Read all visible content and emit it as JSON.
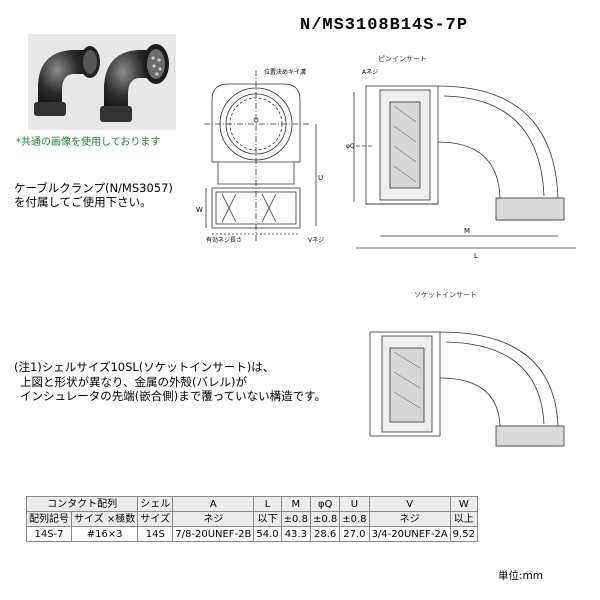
{
  "title": "N/MS3108B14S-7P",
  "photo_caption": "*共通の画像を使用しております",
  "clamp_note": [
    "ケーブルクランプ(N/MS3057)",
    "を付属してご使用下さい。"
  ],
  "drawing_labels": {
    "pin_insert": "ピンインサート",
    "socket_insert": "ソケットインサート",
    "key_groove": "位置決めキイ溝",
    "a_thread": "Aネジ",
    "v_thread": "Vネジ",
    "effective_thread": "有効ネジ長さ",
    "dim_q": "φQ",
    "dim_u": "U",
    "dim_w": "W",
    "dim_m": "M",
    "dim_l": "L"
  },
  "note": [
    "(注1)シェルサイズ10SL(ソケットインサート)は、",
    "上図と形状が異なり、金属の外殻(バレル)が",
    "インシュレータの先端(嵌合側)まで覆っていない構造です。"
  ],
  "table": {
    "headers_row1": [
      "コンタクト配列",
      "シェル",
      "A",
      "L",
      "M",
      "φQ",
      "U",
      "V",
      "W"
    ],
    "headers_row2": [
      "配列記号",
      "サイズ ×極数",
      "サイズ",
      "ネジ",
      "以下",
      "±0.8",
      "±0.8",
      "±0.8",
      "ネジ",
      "以上"
    ],
    "rows": [
      [
        "14S-7",
        "#16×3",
        "14S",
        "7/8-20UNEF-2B",
        "54.0",
        "43.3",
        "28.6",
        "27.0",
        "3/4-20UNEF-2A",
        "9.52"
      ]
    ]
  },
  "unit": "単位:mm"
}
